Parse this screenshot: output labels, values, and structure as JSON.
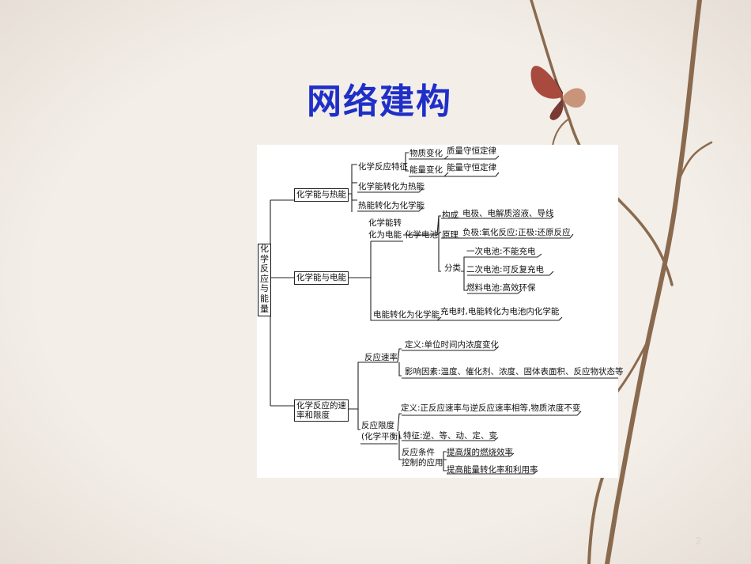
{
  "slide": {
    "title": "网络建构",
    "page_number": "2"
  },
  "diagram": {
    "root": "化学反应与能量",
    "branch1": {
      "label": "化学能与热能",
      "features": "化学反应特征",
      "matter_change": "物质变化",
      "mass_law": "质量守恒定律",
      "energy_change": "能量变化",
      "energy_law": "能量守恒定律",
      "chem_to_heat": "化学能转化为热能",
      "heat_to_chem": "热能转化为化学能"
    },
    "branch2": {
      "label": "化学能与电能",
      "chem_to_elec_line1": "化学能转",
      "chem_to_elec_line2": "化为电能",
      "battery": "化学电池",
      "composition": "构成",
      "composition_detail": "电极、电解质溶液、导线",
      "principle": "原理",
      "principle_detail": "负极:氧化反应;正极:还原反应",
      "classification": "分类",
      "primary": "一次电池:不能充电",
      "secondary": "二次电池:可反复充电",
      "fuel": "燃料电池:高效环保",
      "elec_to_chem": "电能转化为化学能",
      "elec_to_chem_detail": "充电时,电能转化为电池内化学能"
    },
    "branch3": {
      "label_line1": "化学反应的速",
      "label_line2": "率和限度",
      "rate": "反应速率",
      "rate_def": "定义:单位时间内浓度变化",
      "rate_factors": "影响因素:温度、催化剂、浓度、固体表面积、反应物状态等",
      "limit_line1": "反应限度",
      "limit_line2": "(化学平衡)",
      "limit_def": "定义:正反应速率与逆反应速率相等,物质浓度不变",
      "limit_features": "特征:逆、等、动、定、变",
      "control_line1": "反应条件",
      "control_line2": "控制的应用",
      "control_app1": "提高煤的燃烧效率",
      "control_app2": "提高能量转化率和利用率"
    }
  }
}
